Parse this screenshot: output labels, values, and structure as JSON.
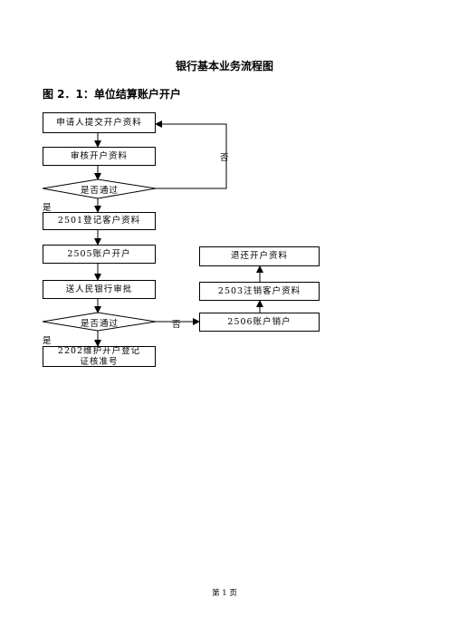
{
  "title": "银行基本业务流程图",
  "subtitle": "图 2．1：单位结算账户开户",
  "nodes": {
    "n1": "申请人提交开户资料",
    "n2": "审核开户资料",
    "d1": "是否通过",
    "n3": "2501登记客户资料",
    "n4": "2505账户开户",
    "n5": "送人民银行审批",
    "d2": "是否通过",
    "n6": "2202维护开户登记证核准号",
    "n7": "2506账户销户",
    "n8": "2503注销客户资料",
    "n9": "退还开户资料"
  },
  "labels": {
    "no1": "否",
    "yes1": "是",
    "no2": "否",
    "yes2": "是"
  },
  "footer": "第 1 页"
}
